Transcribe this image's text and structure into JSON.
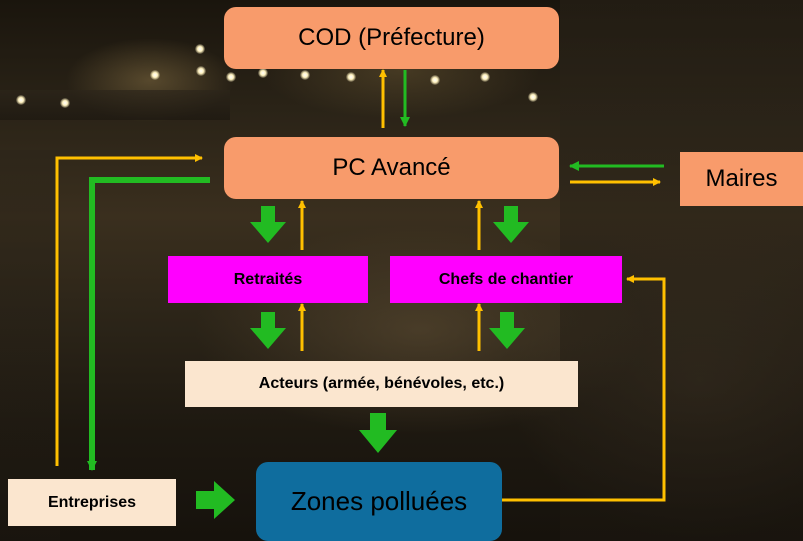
{
  "diagram": {
    "nodes": {
      "cod": "COD (Préfecture)",
      "pc_avance": "PC Avancé",
      "maires": "Maires",
      "retraites": "Retraités",
      "chefs_de_chantier": "Chefs de chantier",
      "acteurs": "Acteurs (armée, bénévoles, etc.)",
      "entreprises": "Entreprises",
      "zones_polluees": "Zones polluées"
    },
    "colors": {
      "yellow_arrow": "#ffc000",
      "green_arrow": "#22bb22",
      "salmon_box": "#f89b6b",
      "magenta_box": "#ff00ff",
      "beige_box": "#fbe6cf",
      "blue_box": "#0f6d9e"
    },
    "edges": [
      {
        "from": "pc_avance",
        "to": "cod",
        "color": "yellow"
      },
      {
        "from": "cod",
        "to": "pc_avance",
        "color": "green"
      },
      {
        "from": "maires",
        "to": "pc_avance",
        "color": "green"
      },
      {
        "from": "pc_avance",
        "to": "maires",
        "color": "yellow"
      },
      {
        "from": "entreprises",
        "to": "pc_avance",
        "color": "yellow"
      },
      {
        "from": "pc_avance",
        "to": "entreprises",
        "color": "green"
      },
      {
        "from": "pc_avance",
        "to": "retraites",
        "color": "green"
      },
      {
        "from": "retraites",
        "to": "pc_avance",
        "color": "yellow"
      },
      {
        "from": "chefs_de_chantier",
        "to": "pc_avance",
        "color": "yellow"
      },
      {
        "from": "pc_avance",
        "to": "chefs_de_chantier",
        "color": "green"
      },
      {
        "from": "retraites",
        "to": "acteurs",
        "color": "green"
      },
      {
        "from": "acteurs",
        "to": "retraites",
        "color": "yellow"
      },
      {
        "from": "acteurs",
        "to": "chefs_de_chantier",
        "color": "yellow"
      },
      {
        "from": "chefs_de_chantier",
        "to": "acteurs",
        "color": "green"
      },
      {
        "from": "acteurs",
        "to": "zones_polluees",
        "color": "green"
      },
      {
        "from": "entreprises",
        "to": "zones_polluees",
        "color": "green"
      },
      {
        "from": "zones_polluees",
        "to": "chefs_de_chantier",
        "color": "yellow"
      }
    ]
  }
}
